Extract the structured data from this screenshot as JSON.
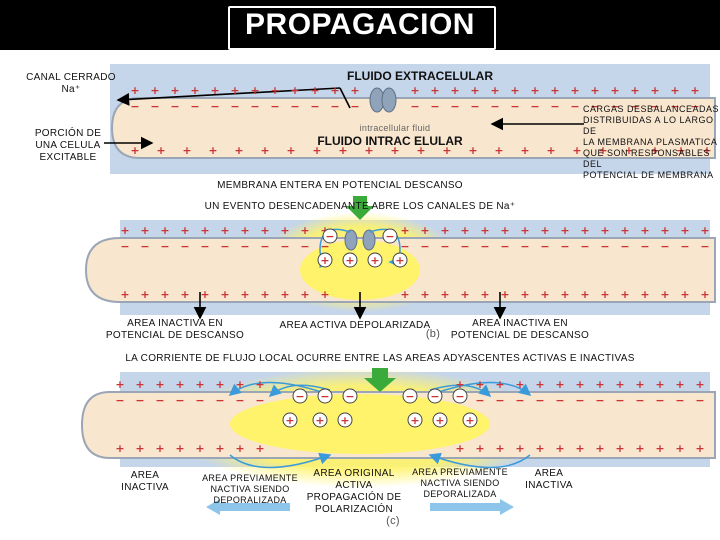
{
  "title": "PROPAGACION",
  "labels": {
    "canal_cerrado": "CANAL CERRADO\nNa⁺",
    "fluido_extracelular": "FLUIDO EXTRACELULAR",
    "intracellular_fluid": "intracellular fluid",
    "fluido_intracelular": "FLUIDO INTRAC ELULAR",
    "porcion": "PORCIÓN DE\nUNA CELULA\nEXCITABLE",
    "cargas": "CARGAS DESBALANCEADAS\nDISTRIBUIDAS A LO LARGO DE\nLA MEMBRANA PLASMATICA\nQUE SON RESPONSABLES DEL\nPOTENCIAL DE MEMBRANA",
    "membrana_entera": "MEMBRANA ENTERA EN POTENCIAL DESCANSO",
    "evento": "UN EVENTO DESENCADENANTE ABRE LOS CANALES DE Na⁺",
    "area_inactiva_reposo_1": "AREA INACTIVA EN\nPOTENCIAL DE DESCANSO",
    "area_activa": "AREA ACTIVA DEPOLARIZADA",
    "area_inactiva_reposo_2": "AREA INACTIVA EN\nPOTENCIAL DE DESCANSO",
    "panel_b": "(b)",
    "corriente": "LA CORRIENTE DE FLUJO LOCAL OCURRE ENTRE LAS AREAS ADYASCENTES ACTIVAS E INACTIVAS",
    "area_inactiva_1": "AREA\nINACTIVA",
    "area_prev_1": "AREA PREVIAMENTE\nNACTIVA SIENDO\nDEPORALIZADA",
    "area_original": "AREA ORIGINAL\nACTIVA\nPROPAGACIÓN DE\nPOLARIZACIÓN",
    "area_prev_2": "AREA PREVIAMENTE\nNACTIVA SIENDO\nDEPORALIZADA",
    "area_inactiva_2": "AREA\nINACTIVA",
    "panel_c": "(c)"
  },
  "colors": {
    "title_bg": "#000000",
    "tube": "#f8e6cf",
    "membrane": "#c5d5ea",
    "depolarized": "#fff36b",
    "plus": "#cc3333",
    "minus": "#cc3333",
    "current": "#3b9ad9",
    "stimulus": "#3aaa3a"
  }
}
